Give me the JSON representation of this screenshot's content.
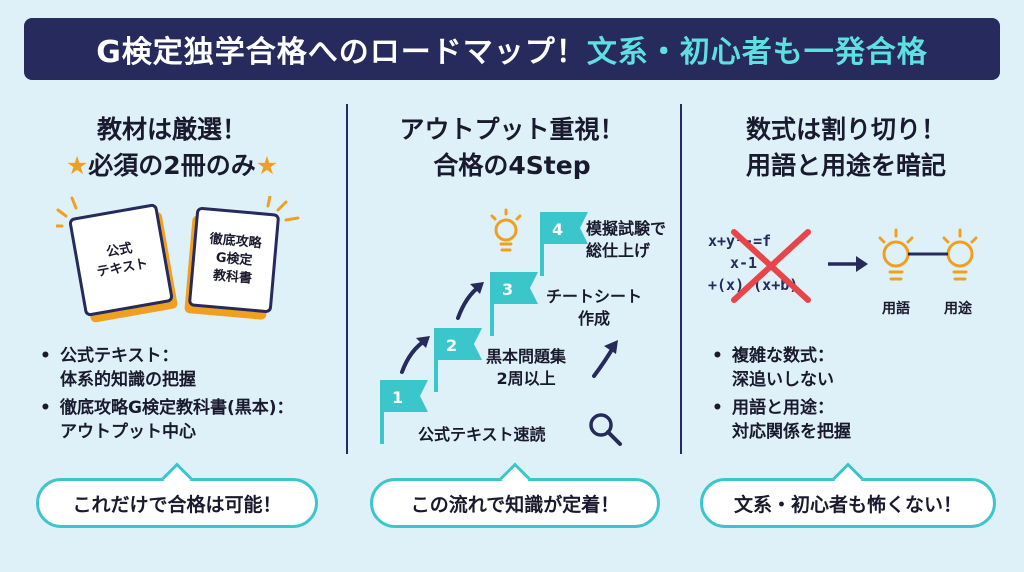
{
  "header": {
    "title_main": "G検定独学合格へのロードマップ！",
    "title_accent": "文系・初心者も一発合格"
  },
  "columns": [
    {
      "title_line1": "教材は厳選！",
      "title_line2": "必須の2冊のみ",
      "star": "★",
      "books": [
        {
          "lines": [
            "公式",
            "テキスト"
          ]
        },
        {
          "lines": [
            "徹底攻略",
            "G検定",
            "教科書"
          ]
        }
      ],
      "bullets": [
        {
          "line1": "公式テキスト：",
          "line2": "体系的知識の把握"
        },
        {
          "line1": "徹底攻略G検定教科書(黒本)：",
          "line2": "アウトプット中心"
        }
      ],
      "bubble": "これだけで合格は可能！"
    },
    {
      "title_line1": "アウトプット重視！",
      "title_line2": "合格の4Step",
      "steps": [
        {
          "num": "1",
          "line1": "公式テキスト速読",
          "line2": ""
        },
        {
          "num": "2",
          "line1": "黒本問題集",
          "line2": "2周以上"
        },
        {
          "num": "3",
          "line1": "チートシート",
          "line2": "作成"
        },
        {
          "num": "4",
          "line1": "模擬試験で",
          "line2": "総仕上げ"
        }
      ],
      "bubble": "この流れで知識が定着！"
    },
    {
      "title_line1": "数式は割り切り！",
      "title_line2": "用語と用途を暗記",
      "formula_lines": [
        "x+y²-=f",
        "x-1",
        "+(x)-(x+b)"
      ],
      "bulb_labels": [
        "用語",
        "用途"
      ],
      "bullets": [
        {
          "line1": "複雑な数式：",
          "line2": "深追いしない"
        },
        {
          "line1": "用語と用途：",
          "line2": "対応関係を把握"
        }
      ],
      "bubble": "文系・初心者も怖くない！"
    }
  ],
  "colors": {
    "navy": "#262a5c",
    "teal": "#3bc6cc",
    "orange": "#f0a020",
    "red": "#e8454a",
    "background": "#dff1f8"
  }
}
